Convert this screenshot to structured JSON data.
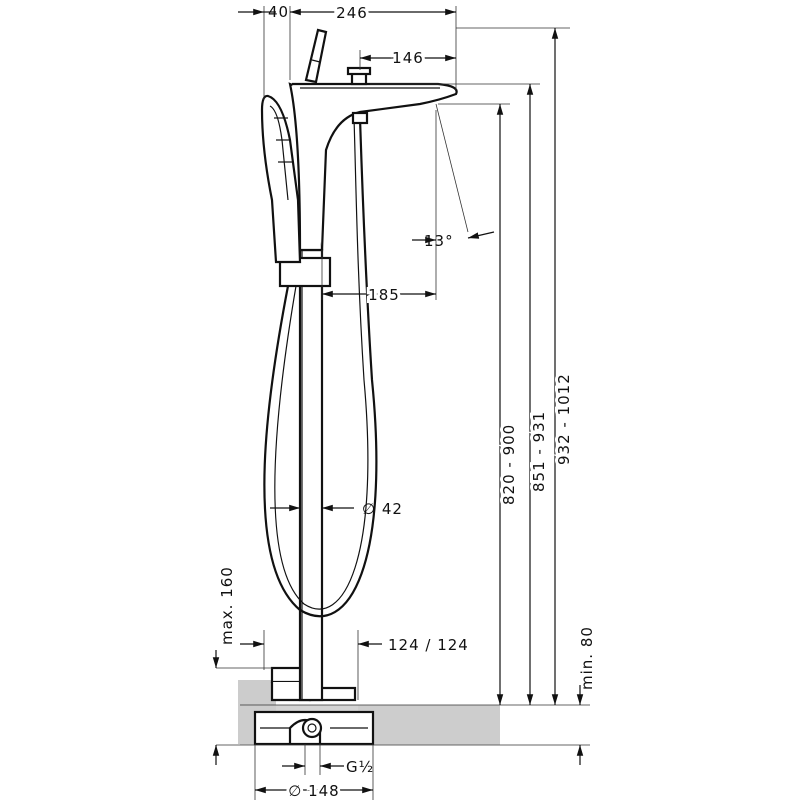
{
  "dimensions": {
    "d40": "40",
    "d246": "246",
    "d146": "146",
    "d13": "13°",
    "d185": "185",
    "d42": "∅ 42",
    "d124": "124 / 124",
    "max160": "max. 160",
    "min80": "min. 80",
    "h820": "820 - 900",
    "h851": "851 - 931",
    "h932": "932 - 1012",
    "g12": "G½",
    "d148": "∅ 148"
  },
  "colors": {
    "line": "#111111",
    "floor": "#cccccc",
    "background": "#ffffff"
  }
}
